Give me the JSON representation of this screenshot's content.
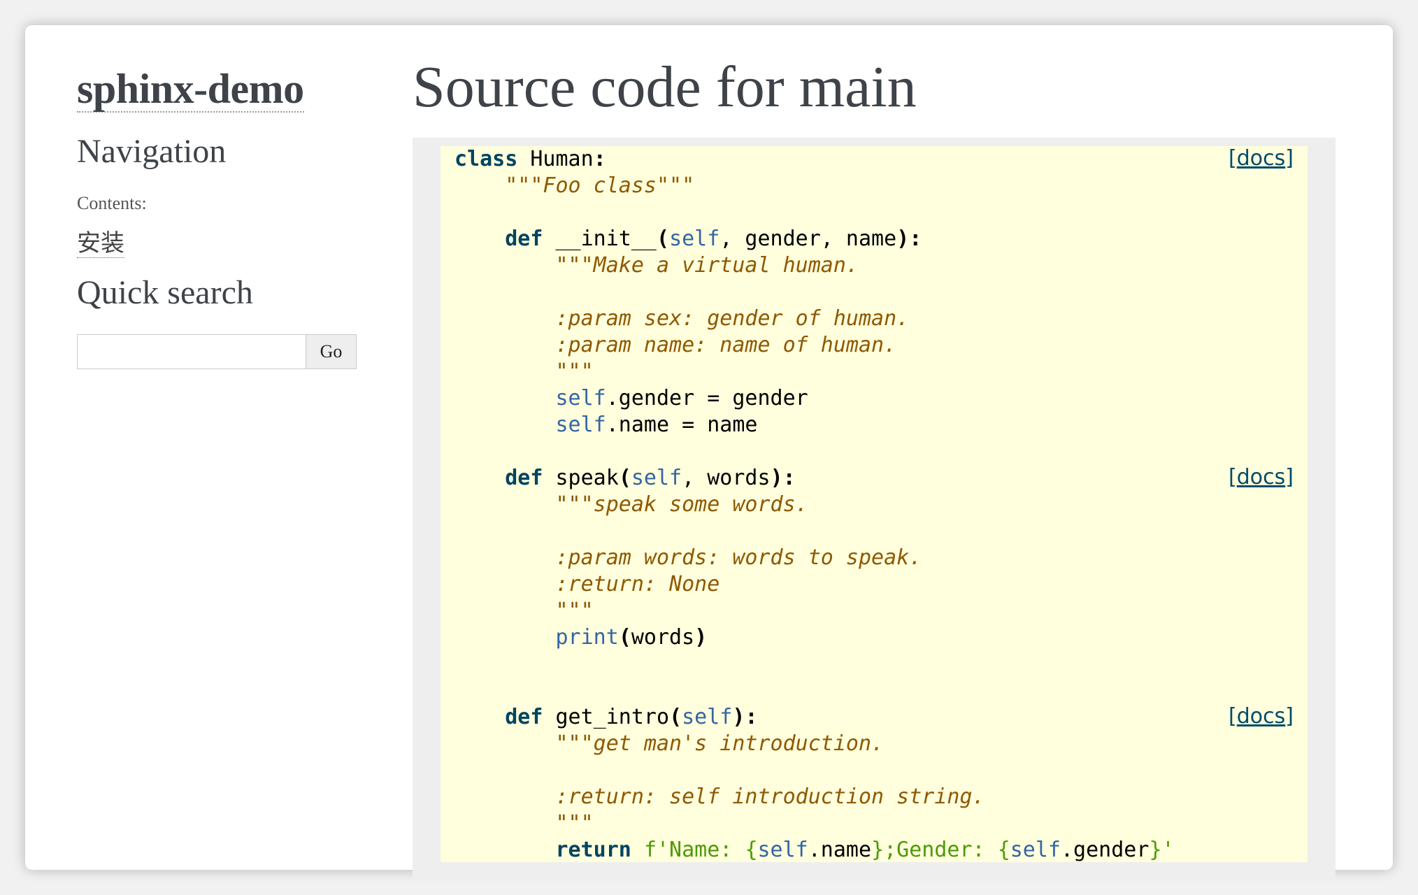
{
  "sidebar": {
    "logo": "sphinx-demo",
    "navigation_heading": "Navigation",
    "contents_caption": "Contents:",
    "toc_items": [
      "安装"
    ],
    "search_heading": "Quick search",
    "search_placeholder": "",
    "search_button": "Go"
  },
  "main": {
    "title": "Source code for main",
    "docs_label": "[docs]"
  },
  "code": {
    "lines": [
      "class Human:",
      "    \"\"\"Foo class\"\"\"",
      "",
      "    def __init__(self, gender, name):",
      "        \"\"\"Make a virtual human.",
      "",
      "        :param sex: gender of human.",
      "        :param name: name of human.",
      "        \"\"\"",
      "        self.gender = gender",
      "        self.name = name",
      "",
      "    def speak(self, words):",
      "        \"\"\"speak some words.",
      "",
      "        :param words: words to speak.",
      "        :return: None",
      "        \"\"\"",
      "        print(words)",
      "",
      "",
      "    def get_intro(self):",
      "        \"\"\"get man's introduction.",
      "",
      "        :return: self introduction string.",
      "        \"\"\"",
      "        return f'Name: {self.name};Gender: {self.gender}'"
    ],
    "docs_lines": [
      0,
      12,
      21
    ]
  },
  "colors": {
    "keyword": "#004461",
    "self": "#3465a4",
    "docstring": "#8f5902",
    "fstring": "#4e9a06",
    "code_bg": "#ffffdd",
    "link": "#004b6b"
  }
}
